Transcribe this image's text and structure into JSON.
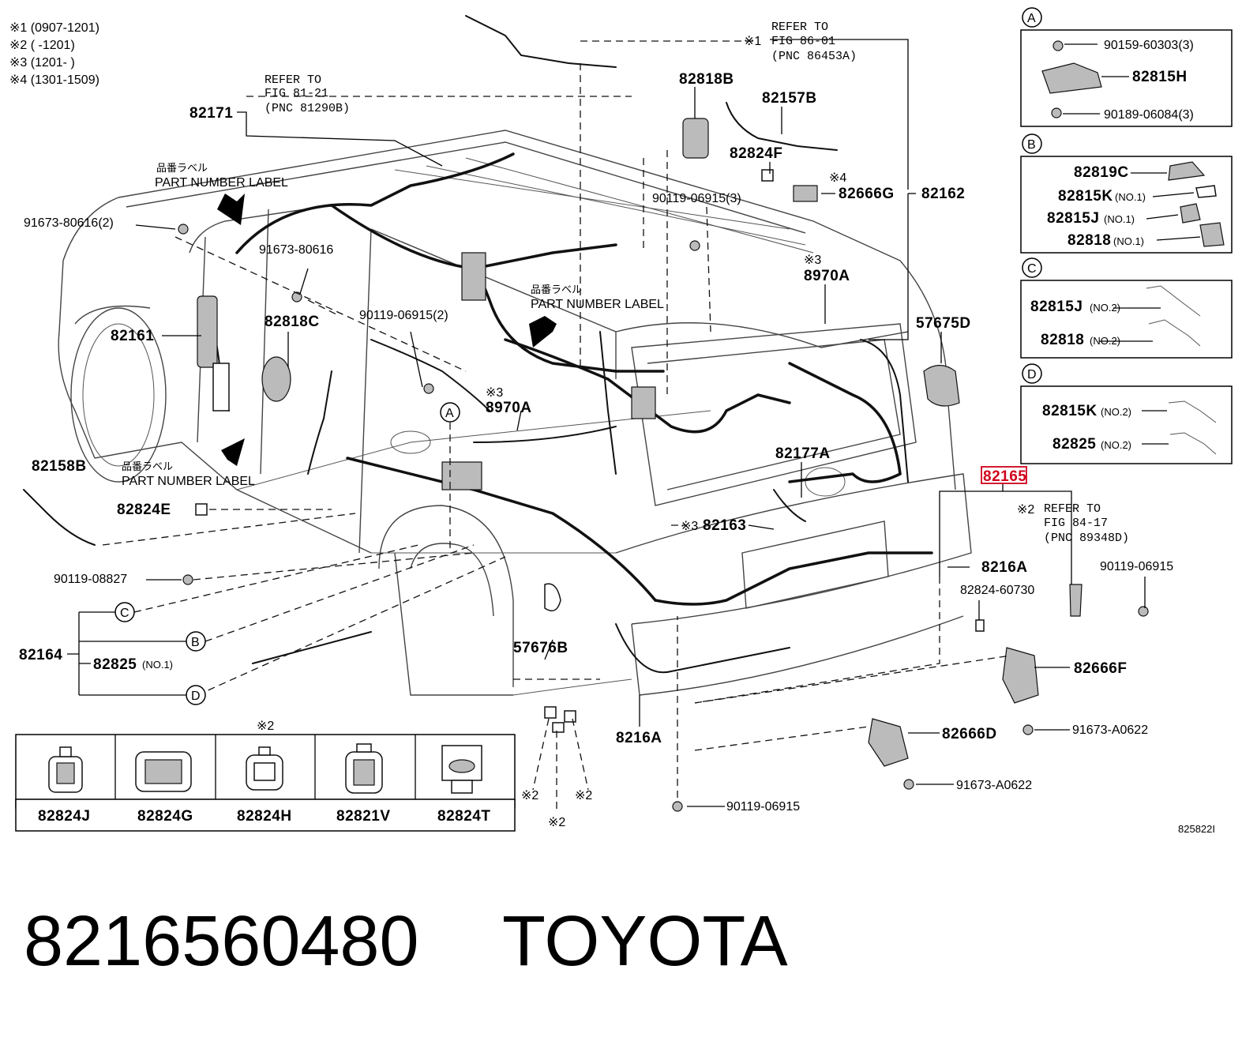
{
  "notes": [
    "※1 (0907-1201)",
    "※2 (     -1201)",
    "※3 (1201-     )",
    "※4 (1301-1509)"
  ],
  "refs": {
    "fig86": [
      "REFER TO",
      "FIG 86-01",
      "(PNC 86453A)"
    ],
    "fig81": [
      "REFER TO",
      "FIG 81-21",
      "(PNC 81290B)"
    ],
    "fig84": [
      "REFER TO",
      "FIG 84-17",
      "(PNC 89348D)"
    ]
  },
  "jp_label": "品番ラベル",
  "part_number_label": "PART NUMBER LABEL",
  "marks": {
    "m1": "※1",
    "m2": "※2",
    "m3": "※3",
    "m4": "※4"
  },
  "callouts": {
    "p82171": "82171",
    "p91673_80616_2": "91673-80616(2)",
    "p91673_80616": "91673-80616",
    "p82818C": "82818C",
    "p82161": "82161",
    "p82158B": "82158B",
    "p82824E": "82824E",
    "p90119_08827": "90119-08827",
    "p82164": "82164",
    "p82825_no1": "82825",
    "p82818B": "82818B",
    "p82157B": "82157B",
    "p82824F": "82824F",
    "p90119_06915_3": "90119-06915(3)",
    "p82666G": "82666G",
    "p82162": "82162",
    "p8970A_top": "8970A",
    "p90119_06915_2": "90119-06915(2)",
    "p8970A_mid": "8970A",
    "p57675D": "57675D",
    "p82177A": "82177A",
    "p82163": "82163",
    "p82165": "82165",
    "p8216A_right": "8216A",
    "p82824_60730": "82824-60730",
    "p90119_06915_r": "90119-06915",
    "p82666F": "82666F",
    "p91673_A0622_a": "91673-A0622",
    "p82666D": "82666D",
    "p91673_A0622_b": "91673-A0622",
    "p57676B": "57676B",
    "p8216A_bottom": "8216A",
    "p90119_06915_b": "90119-06915",
    "figure_no": "825822I"
  },
  "suffix_no1": "(NO.1)",
  "suffix_no2": "(NO.2)",
  "letters": [
    "A",
    "B",
    "C",
    "D"
  ],
  "panels": {
    "A": {
      "letter": "A",
      "items": [
        "90159-60303(3)",
        "82815H",
        "90189-06084(3)"
      ]
    },
    "B": {
      "letter": "B",
      "items": [
        "82819C",
        "82815K",
        "82815J",
        "82818"
      ]
    },
    "C": {
      "letter": "C",
      "items": [
        "82815J",
        "82818"
      ]
    },
    "D": {
      "letter": "D",
      "items": [
        "82815K",
        "82825"
      ]
    }
  },
  "connector_table": {
    "mark": "※2",
    "items": [
      "82824J",
      "82824G",
      "82824H",
      "82821V",
      "82824T"
    ]
  },
  "footer": {
    "part_number": "8216560480",
    "brand": "TOYOTA"
  }
}
